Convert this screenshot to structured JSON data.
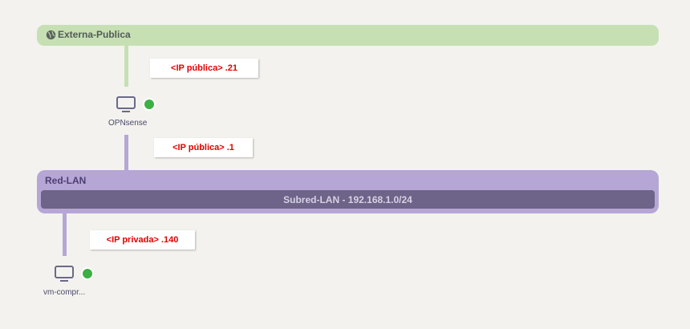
{
  "networks": {
    "external": {
      "label": "Externa-Publica",
      "icon": "globe-icon",
      "color": "#c6e0b4"
    },
    "lan": {
      "label": "Red-LAN",
      "color": "#b6a6d6",
      "subnet_label": "Subred-LAN - 192.168.1.0/24"
    }
  },
  "nodes": {
    "opnsense": {
      "label": "OPNsense",
      "status": "online",
      "icon": "monitor-icon"
    },
    "vm": {
      "label": "vm-compr...",
      "status": "online",
      "icon": "monitor-icon"
    }
  },
  "ip_tags": {
    "opnsense_external": "<IP pública> .21",
    "opnsense_lan": "<IP pública> .1",
    "vm_lan": "<IP privada> .140"
  },
  "colors": {
    "status_online": "#3cb043",
    "ip_text": "#e00000",
    "icon": "#6a6a8a"
  }
}
